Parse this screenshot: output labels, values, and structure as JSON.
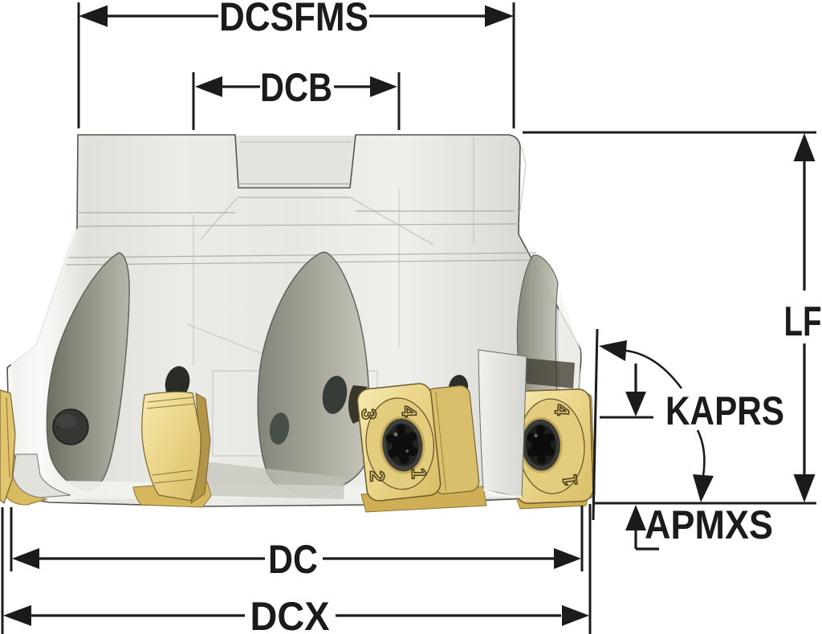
{
  "figure": {
    "type": "engineering-dimension-diagram",
    "subject": "indexable face milling cutter with square carbide inserts",
    "dimension_labels": {
      "dcsfms": "DCSFMS",
      "dcb": "DCB",
      "lf": "LF",
      "kaprs": "KAPRS",
      "apmxs": "APMXS",
      "dc": "DC",
      "dcx": "DCX"
    },
    "center_insert_numbers": [
      "3",
      "4",
      "2",
      "1"
    ],
    "right_insert_numbers": [
      "4",
      "1"
    ],
    "colors": {
      "line": "#1b1b1b",
      "background": "#ffffff",
      "body": "#e7e7e3",
      "flute": "#8f8f83",
      "insert_face": "#ecd88e",
      "insert_edge": "#b3954a",
      "screw": "#2b2b28"
    }
  }
}
